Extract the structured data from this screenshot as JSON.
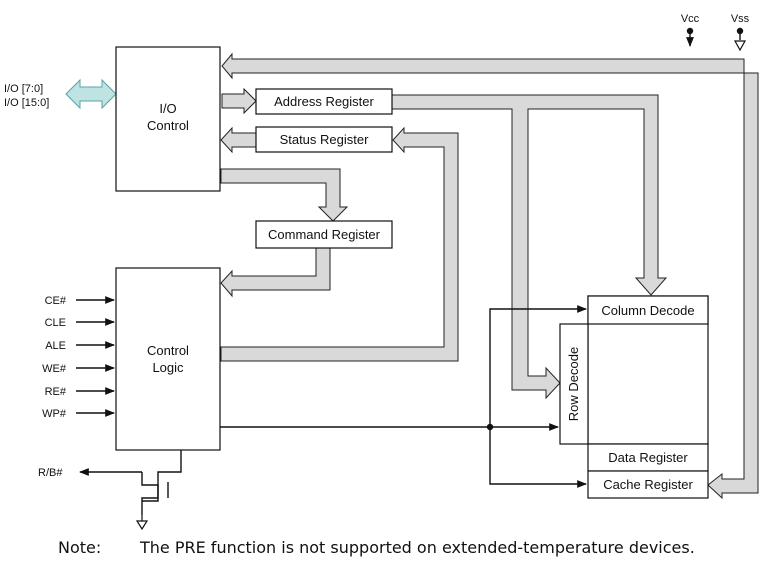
{
  "pins": {
    "vcc": "Vcc",
    "vss": "Vss",
    "io_8": "I/O [7:0]",
    "io_16": "I/O [15:0]",
    "ce": "CE#",
    "cle": "CLE",
    "ale": "ALE",
    "we": "WE#",
    "re": "RE#",
    "wp": "WP#",
    "rb": "R/B#"
  },
  "blocks": {
    "io_control_line1": "I/O",
    "io_control_line2": "Control",
    "address_register": "Address Register",
    "status_register": "Status Register",
    "command_register": "Command Register",
    "control_logic_line1": "Control",
    "control_logic_line2": "Logic",
    "column_decode": "Column Decode",
    "row_decode": "Row Decode",
    "data_register": "Data Register",
    "cache_register": "Cache Register"
  },
  "note": {
    "label": "Note:",
    "text": "The PRE function is not supported on extended-temperature devices."
  },
  "colors": {
    "bus_fill": "#d9d9d9",
    "io_bus_fill": "#bfe3e3",
    "line": "#111111"
  }
}
